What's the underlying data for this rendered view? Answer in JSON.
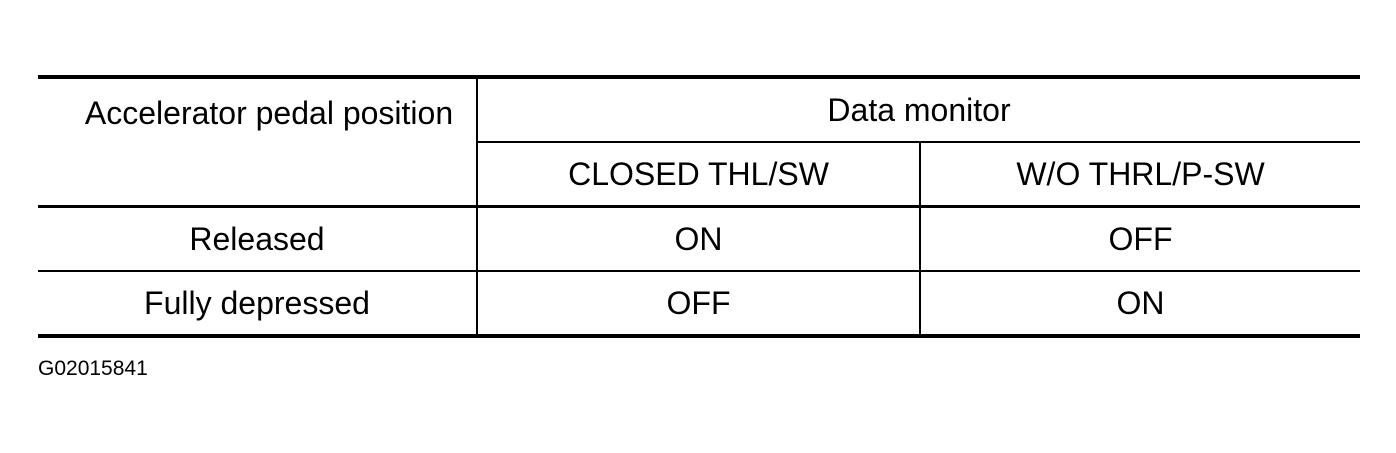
{
  "table": {
    "header_row_label": "Accelerator pedal position",
    "group_header": "Data monitor",
    "sub_headers": [
      "CLOSED THL/SW",
      "W/O THRL/P-SW"
    ],
    "rows": [
      {
        "position": "Released",
        "closed_thl_sw": "ON",
        "wo_thrl_p_sw": "OFF"
      },
      {
        "position": "Fully depressed",
        "closed_thl_sw": "OFF",
        "wo_thrl_p_sw": "ON"
      }
    ]
  },
  "figure_id": "G02015841"
}
